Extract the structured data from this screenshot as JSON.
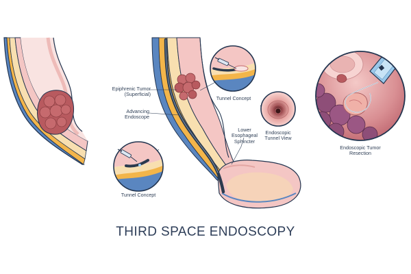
{
  "title": "THIRD SPACE ENDOSCOPY",
  "labels": {
    "epiphrenic_tumor": [
      "Epiphrenic Tumor",
      "(Superficial)"
    ],
    "advancing_endoscope": [
      "Advancing",
      "Endoscope"
    ],
    "tunnel_concept_top": [
      "Tunnel Concept"
    ],
    "tunnel_concept_bottom": [
      "Tunnel Concept"
    ],
    "lower_esophageal_sphincter": [
      "Lower",
      "Esophageal",
      "Sphincter"
    ],
    "endoscopic_tunnel_view": [
      "Endoscopic",
      "Tunnel View"
    ],
    "endoscopic_tumor_resection": [
      "Endoscopic Tumor",
      "Resection"
    ]
  },
  "colors": {
    "mucosa": "#f4c6c4",
    "submucosa": "#f8dfb0",
    "muscle_yellow": "#f3b54a",
    "blue_layer": "#5a86c0",
    "tumor": "#b85a5f",
    "outline": "#22344f",
    "endoscope": "#2b3a4e"
  },
  "icons": [
    "syringe-icon",
    "endoscope-icon",
    "tumor-cluster-icon",
    "snare-icon"
  ]
}
